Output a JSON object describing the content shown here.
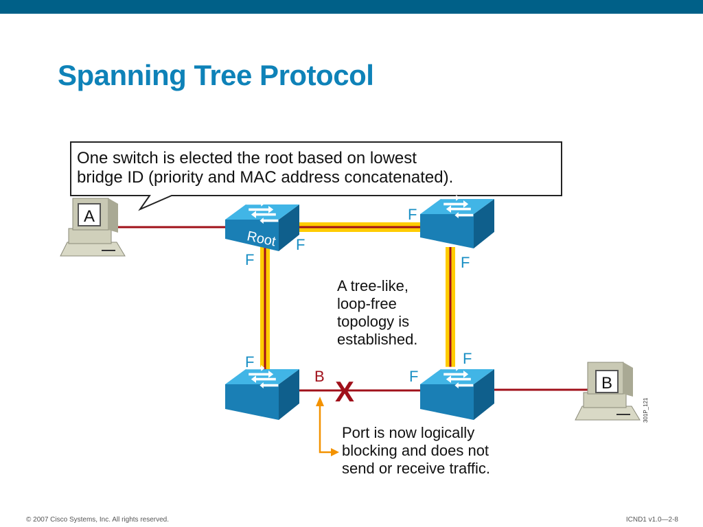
{
  "title": "Spanning Tree Protocol",
  "callout": {
    "line1": "One switch is elected the root based on lowest",
    "line2": "bridge ID (priority and MAC address concatenated)."
  },
  "root_switch_label": "Root",
  "pc_a_label": "A",
  "pc_b_label": "B",
  "port_labels": {
    "root_right": "F",
    "root_down": "F",
    "topright_left": "F",
    "topright_down": "F",
    "bottomleft_up": "F",
    "bottomright_up": "F",
    "bottomright_left": "F",
    "blocked": "B"
  },
  "blocked_marker": "X",
  "tree_note": [
    "A tree-like,",
    "loop-free",
    "topology is",
    "established."
  ],
  "blocking_note": [
    "Port is now logically",
    "blocking and does not",
    "send or receive traffic."
  ],
  "figure_id": "301P_121",
  "footer": {
    "copyright": "© 2007 Cisco Systems, Inc. All rights reserved.",
    "course": "ICND1 v1.0—2-8"
  },
  "colors": {
    "header_bar": "#006088",
    "title": "#0e82b8",
    "link": "#a0101a",
    "stp_path": "#ffcc00",
    "port_label": "#1a8fc4",
    "blocked": "#a0101a",
    "arrow": "#f39200",
    "switch": "#1f9fd8"
  }
}
